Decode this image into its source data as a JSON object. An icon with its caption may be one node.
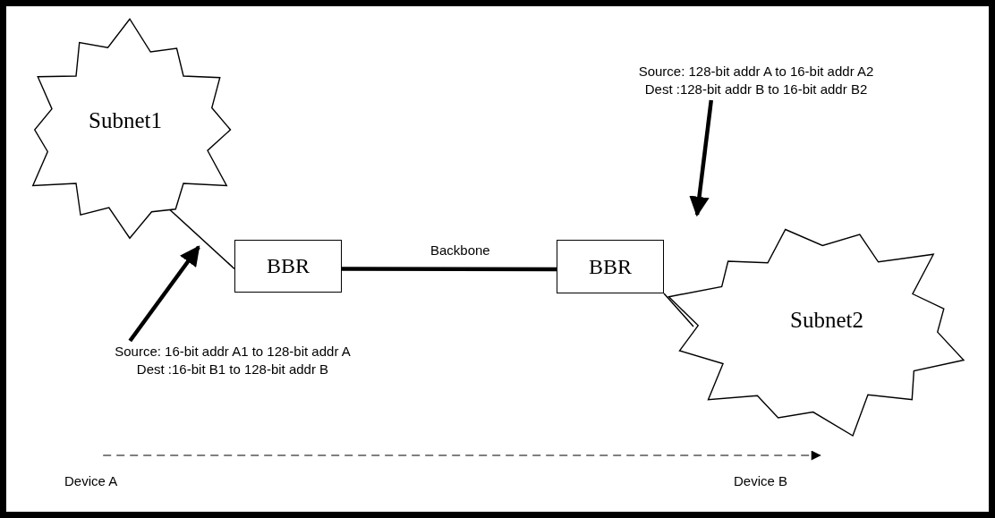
{
  "diagram": {
    "nodes": [
      {
        "text": [
          "Subnet1"
        ]
      },
      {
        "text": [
          "BBR"
        ]
      },
      {
        "text": [
          "BBR"
        ]
      },
      {
        "text": [
          "Subnet2"
        ]
      },
      {
        "text": [
          "Source: 16-bit addr A1 to 128-bit addr A",
          "Dest :16-bit B1 to 128-bit addr B"
        ]
      },
      {
        "text": [
          "Source: 128-bit addr A to 16-bit addr A2",
          "Dest :128-bit addr B to 16-bit addr B2"
        ]
      },
      {
        "text": [
          "Device A"
        ]
      },
      {
        "text": [
          "Device B"
        ]
      }
    ],
    "edges": [
      {
        "from": 0,
        "to": 1,
        "arrow": "none"
      },
      {
        "from": 1,
        "to": 2,
        "arrow": "none",
        "label": "Backbone",
        "style": "thick"
      },
      {
        "from": 2,
        "to": 3,
        "arrow": "none"
      },
      {
        "from": 4,
        "to": null,
        "arrow": "to",
        "style": "thick"
      },
      {
        "from": 5,
        "to": null,
        "arrow": "to",
        "style": "thick"
      },
      {
        "from": 6,
        "to": 7,
        "arrow": "to",
        "style": "dashed"
      }
    ]
  }
}
